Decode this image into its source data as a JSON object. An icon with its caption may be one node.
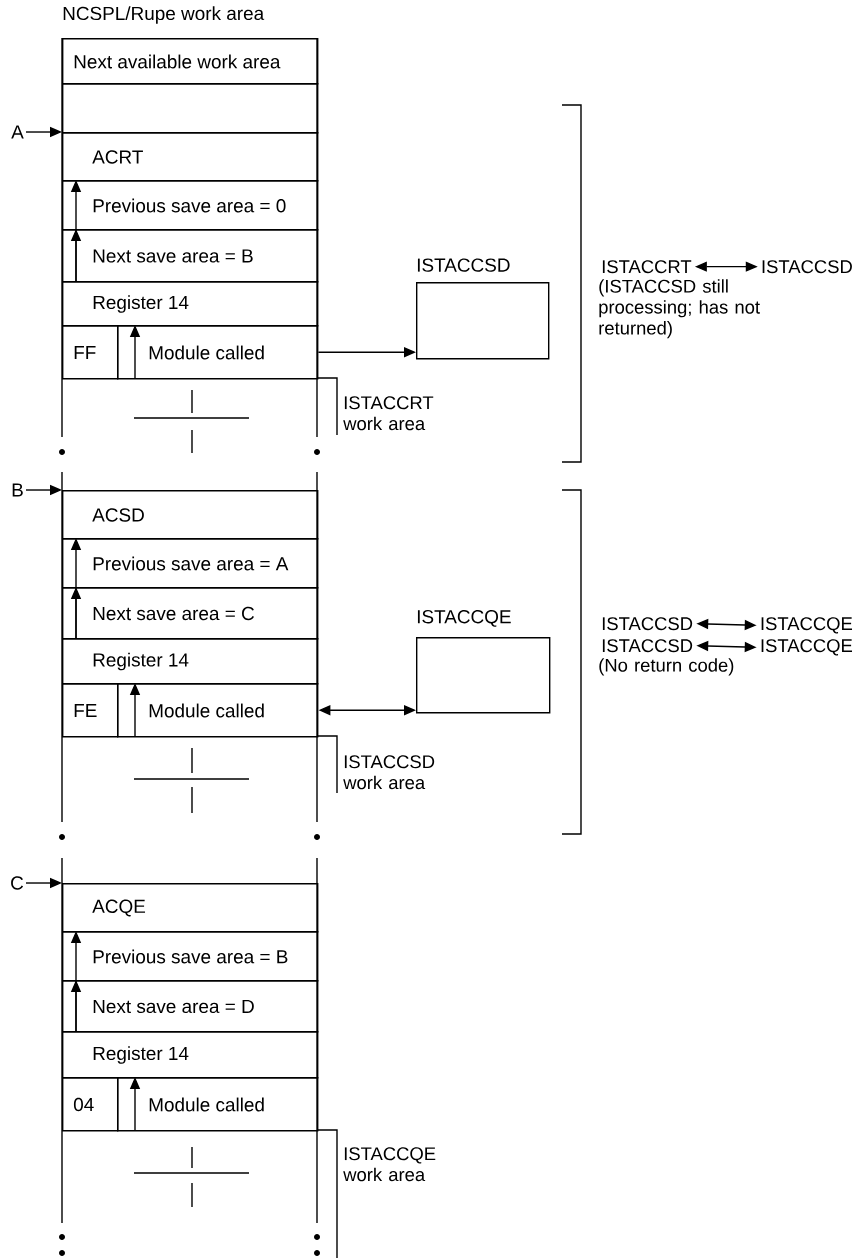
{
  "diagram": {
    "title": "NCSPL/Rupe work area",
    "nodes": [
      {
        "text": [
          "Next available work area"
        ]
      },
      {
        "text": [],
        "shape": "box"
      },
      {
        "text": [
          "A"
        ]
      },
      {
        "text": [
          "ACRT"
        ]
      },
      {
        "text": [
          "Previous save area = 0"
        ]
      },
      {
        "text": [
          "Next save area = B"
        ]
      },
      {
        "text": [
          "Register 14"
        ]
      },
      {
        "text": [
          "FF"
        ]
      },
      {
        "text": [
          "Module called"
        ]
      },
      {
        "text": [
          "ISTACCSD"
        ]
      },
      {
        "text": [
          "ISTACCRT"
        ]
      },
      {
        "text": [
          "ISTACCSD"
        ]
      },
      {
        "text": [
          "B"
        ]
      },
      {
        "text": [
          "ACSD"
        ]
      },
      {
        "text": [
          "Previous save area = A"
        ]
      },
      {
        "text": [
          "Next save area = C"
        ]
      },
      {
        "text": [
          "Register 14"
        ]
      },
      {
        "text": [
          "FE"
        ]
      },
      {
        "text": [
          "Module called"
        ]
      },
      {
        "text": [
          "ISTACCQE"
        ]
      },
      {
        "text": [
          "ISTACCSD"
        ]
      },
      {
        "text": [
          "ISTACCQE"
        ]
      },
      {
        "text": [
          "ISTACCSD"
        ]
      },
      {
        "text": [
          "ISTACCQE"
        ]
      },
      {
        "text": [
          "C"
        ]
      },
      {
        "text": [
          "ACQE"
        ]
      },
      {
        "text": [
          "Previous save area = B"
        ]
      },
      {
        "text": [
          "Next save area = D"
        ]
      },
      {
        "text": [
          "Register 14"
        ]
      },
      {
        "text": [
          "04"
        ]
      },
      {
        "text": [
          "Module called"
        ]
      }
    ],
    "edges": [
      {
        "from": 2,
        "to": 3,
        "arrow": "to"
      },
      {
        "from": 8,
        "to": 9,
        "arrow": "to"
      },
      {
        "from": 10,
        "to": 11,
        "arrow": "both"
      },
      {
        "from": 12,
        "to": 13,
        "arrow": "to"
      },
      {
        "from": 18,
        "to": 19,
        "arrow": "both"
      },
      {
        "from": 20,
        "to": 21,
        "arrow": "both"
      },
      {
        "from": 22,
        "to": 23,
        "arrow": "both"
      },
      {
        "from": 24,
        "to": 25,
        "arrow": "to"
      }
    ],
    "labels": [
      "ISTACCRT work area",
      "(ISTACCSD still processing; has not returned)",
      "ISTACCSD work area",
      "(No return code)",
      "ISTACCQE work area"
    ]
  }
}
